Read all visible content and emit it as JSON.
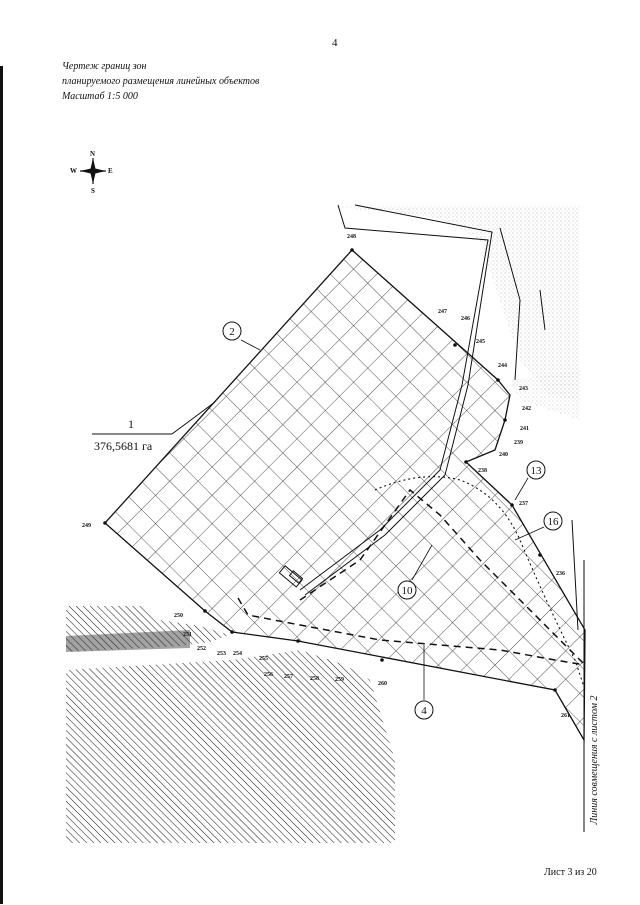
{
  "page_number": "4",
  "title": {
    "line1": "Чертеж  границ зон",
    "line2": "планируемого размещения линейных объектов",
    "line3": "Масштаб 1:5 000"
  },
  "compass": {
    "n": "N",
    "s": "S",
    "e": "E",
    "w": "W"
  },
  "area_label": {
    "number": "1",
    "area": "376,5681 га"
  },
  "circled_labels": [
    "2",
    "4",
    "10",
    "13",
    "16"
  ],
  "point_numbers": [
    "236",
    "237",
    "238",
    "239",
    "240",
    "241",
    "242",
    "243",
    "244",
    "245",
    "246",
    "247",
    "248",
    "249",
    "250",
    "251",
    "252",
    "253",
    "254",
    "255",
    "256",
    "257",
    "258",
    "259",
    "260",
    "261"
  ],
  "match_line_label": "Линия совмещения с листом 2",
  "sheet_footer": "Лист 3 из 20"
}
